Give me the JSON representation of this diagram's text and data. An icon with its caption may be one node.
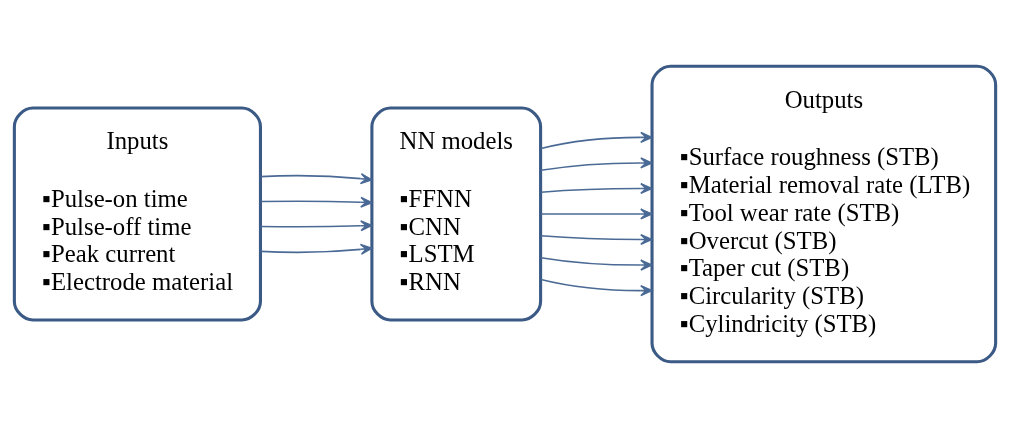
{
  "diagram": {
    "nodes": [
      {
        "text": [
          "Inputs",
          "▪Pulse-on time",
          "▪Pulse-off time",
          "▪Peak current",
          "▪Electrode material"
        ]
      },
      {
        "text": [
          "NN models",
          "▪FFNN",
          "▪CNN",
          "▪LSTM",
          "▪RNN"
        ]
      },
      {
        "text": [
          "Outputs",
          "▪Surface roughness (STB)",
          "▪Material removal rate (LTB)",
          "▪Tool wear rate (STB)",
          "▪Overcut (STB)",
          "▪Taper cut (STB)",
          "▪Circularity (STB)",
          "▪Cylindricity (STB)"
        ]
      }
    ],
    "edges": [
      {
        "from": 0,
        "to": 1,
        "arrow": "to"
      },
      {
        "from": 0,
        "to": 1,
        "arrow": "to"
      },
      {
        "from": 0,
        "to": 1,
        "arrow": "to"
      },
      {
        "from": 0,
        "to": 1,
        "arrow": "to"
      },
      {
        "from": 1,
        "to": 2,
        "arrow": "to"
      },
      {
        "from": 1,
        "to": 2,
        "arrow": "to"
      },
      {
        "from": 1,
        "to": 2,
        "arrow": "to"
      },
      {
        "from": 1,
        "to": 2,
        "arrow": "to"
      },
      {
        "from": 1,
        "to": 2,
        "arrow": "to"
      },
      {
        "from": 1,
        "to": 2,
        "arrow": "to"
      },
      {
        "from": 1,
        "to": 2,
        "arrow": "to"
      }
    ]
  }
}
